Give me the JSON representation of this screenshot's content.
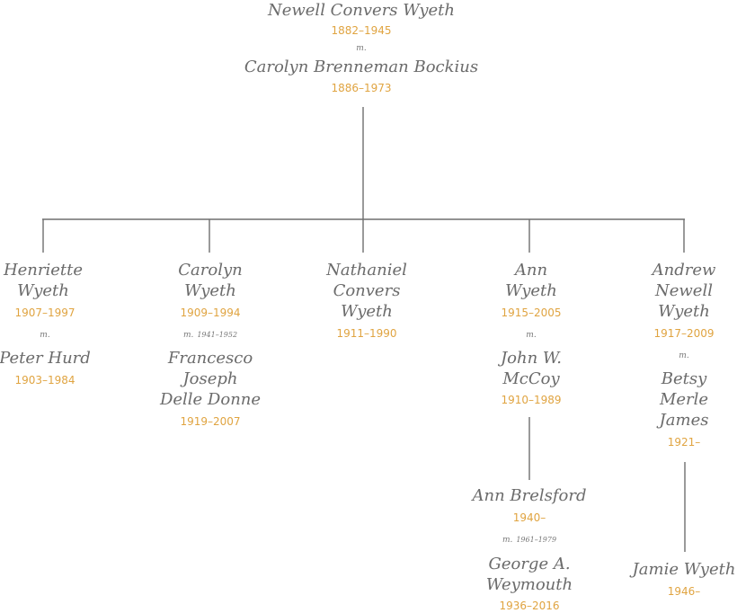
{
  "root": {
    "name": "Newell Convers Wyeth",
    "years": "1882–1945",
    "marriage": "m.",
    "spouse": "Carolyn Brenneman Bockius",
    "spouse_years": "1886–1973"
  },
  "children": [
    {
      "name_lines": [
        "Henriette",
        "Wyeth"
      ],
      "years": "1907–1997",
      "marriage": "m.",
      "marriage_span": "",
      "spouse_lines": [
        "Peter Hurd"
      ],
      "spouse_years": "1903–1984"
    },
    {
      "name_lines": [
        "Carolyn",
        "Wyeth"
      ],
      "years": "1909–1994",
      "marriage": "m.",
      "marriage_span": "1941–1952",
      "spouse_lines": [
        "Francesco",
        "Joseph",
        "Delle Donne"
      ],
      "spouse_years": "1919–2007"
    },
    {
      "name_lines": [
        "Nathaniel",
        "Convers",
        "Wyeth"
      ],
      "years": "1911–1990"
    },
    {
      "name_lines": [
        "Ann",
        "Wyeth"
      ],
      "years": "1915–2005",
      "marriage": "m.",
      "marriage_span": "",
      "spouse_lines": [
        "John W.",
        "McCoy"
      ],
      "spouse_years": "1910–1989",
      "descendant": {
        "name": "Ann Brelsford",
        "years": "1940–",
        "marriage": "m.",
        "marriage_span": "1961–1979",
        "spouse_lines": [
          "George A.",
          "Weymouth"
        ],
        "spouse_years": "1936–2016"
      }
    },
    {
      "name_lines": [
        "Andrew",
        "Newell",
        "Wyeth"
      ],
      "years": "1917–2009",
      "marriage": "m.",
      "marriage_span": "",
      "spouse_lines": [
        "Betsy",
        "Merle",
        "James"
      ],
      "spouse_years": "1921–",
      "descendant": {
        "name": "Jamie Wyeth",
        "years": "1946–"
      }
    }
  ]
}
